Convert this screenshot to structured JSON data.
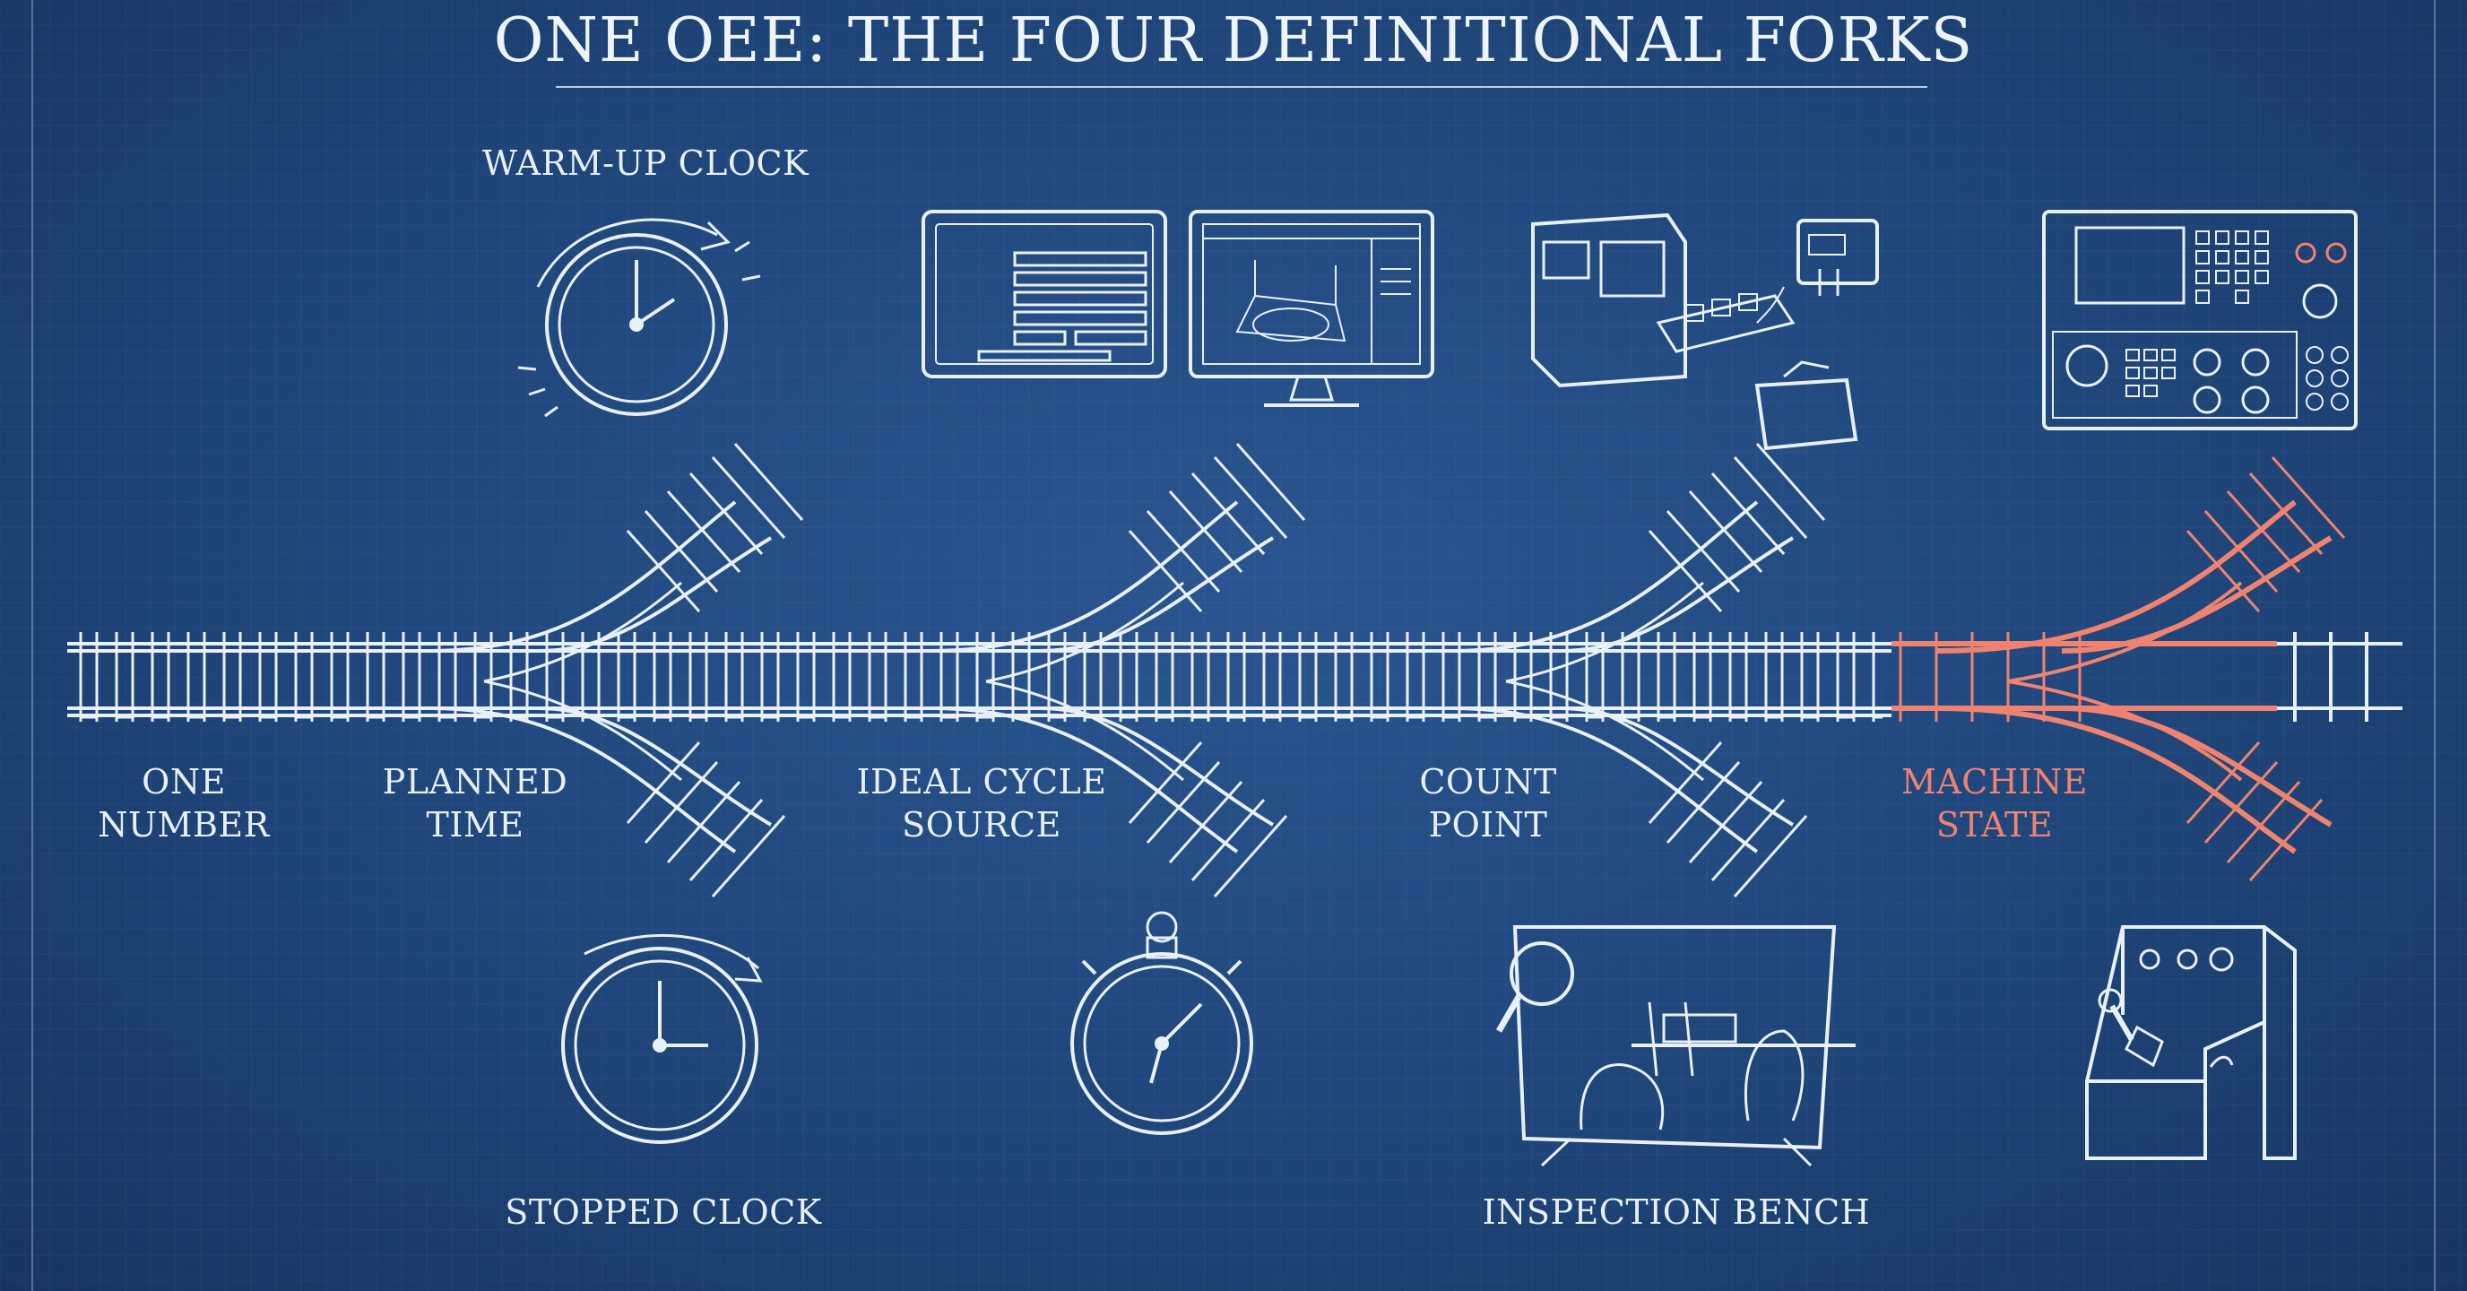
{
  "title": "ONE OEE: THE FOUR DEFINITIONAL FORKS",
  "labels": {
    "warmup_clock": "WARM-UP CLOCK",
    "stopped_clock": "STOPPED CLOCK",
    "inspection_bench": "INSPECTION BENCH",
    "one_number": "ONE\nNUMBER",
    "planned_time": "PLANNED\nTIME",
    "ideal_cycle_source": "IDEAL CYCLE\nSOURCE",
    "count_point": "COUNT\nPOINT",
    "machine_state": "MACHINE\nSTATE"
  },
  "colors": {
    "ink": "#e8f0fa",
    "highlight": "#f0836f",
    "background": "#21497f"
  },
  "icons": [
    "warm-up-clock-icon",
    "report-panel-icon",
    "cad-monitor-icon",
    "packaging-machine-icon",
    "cnc-control-panel-icon",
    "stopped-clock-icon",
    "stopwatch-icon",
    "inspection-bench-icon",
    "lever-control-box-icon"
  ]
}
